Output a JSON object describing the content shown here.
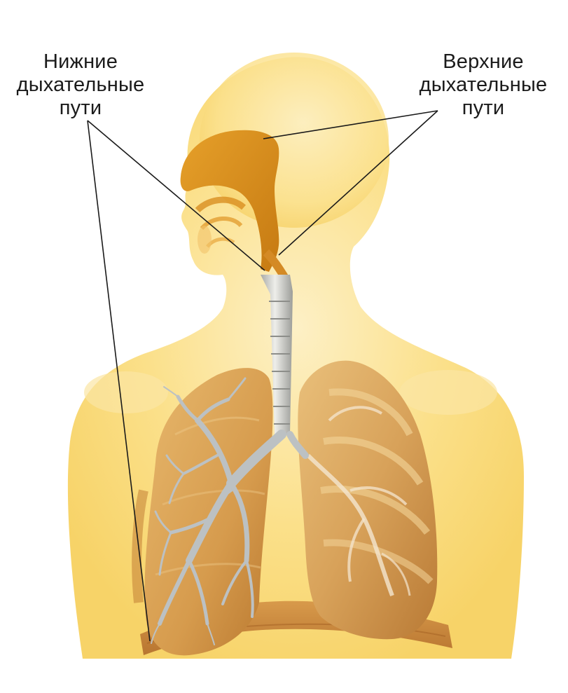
{
  "labels": {
    "lower_airways": {
      "lines": [
        "Нижние",
        "дыхательные",
        "пути"
      ]
    },
    "upper_airways": {
      "lines": [
        "Верхние",
        "дыхательные",
        "пути"
      ]
    }
  },
  "colors": {
    "body_fill": "#f9dc7a",
    "body_glow": "#fdeec2",
    "nasal_cavity": "#d9921d",
    "lung_tissue": "#cf9a52",
    "trachea": "#c9c9c4",
    "bronchi": "#bfc4c6",
    "diaphragm": "#c98a3e",
    "leader_line": "#1a1a1a"
  }
}
